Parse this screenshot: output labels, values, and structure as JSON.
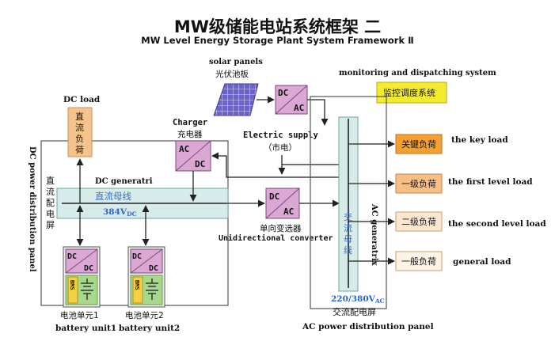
{
  "header": {
    "title": "MW级储能电站系统框架 二",
    "subtitle": "MW Level Energy Storage Plant System Framework Ⅱ"
  },
  "diagram": {
    "solar": {
      "en": "solar panels",
      "cn": "光伏池板",
      "dcac_top": "DC",
      "dcac_bottom": "AC"
    },
    "monitoring": {
      "en": "monitoring and dispatching system",
      "cn": "监控调度系统"
    },
    "dc_load": {
      "en": "DC load",
      "cn": [
        "直",
        "流",
        "负",
        "荷"
      ]
    },
    "charger": {
      "en": "Charger",
      "cn": "充电器",
      "top": "AC",
      "bottom": "DC"
    },
    "electric_supply": {
      "en": "Electric supply",
      "cn": "（市电）"
    },
    "dc_panel": {
      "en": "DC power distribution panel",
      "cn": [
        "直",
        "流",
        "配",
        "电",
        "屏"
      ]
    },
    "dc_bus": {
      "en": "DC generatri",
      "cn": "直流母线",
      "voltage": "384V",
      "voltage_sub": "DC"
    },
    "converter": {
      "top": "DC",
      "bottom": "AC",
      "cn": "单向变选器",
      "en": "Unidirectional converter"
    },
    "ac_bus": {
      "cn": [
        "交",
        "流",
        "母",
        "线"
      ],
      "en": "AC generatrix",
      "voltage": "220/380V",
      "voltage_sub": "AC"
    },
    "ac_panel": {
      "cn": "交流配电屏",
      "en": "AC power distribution panel"
    },
    "loads": [
      {
        "cn": "关键负荷",
        "en": "the key load",
        "color": "#f5a030"
      },
      {
        "cn": "一级负荷",
        "en": "the first level load",
        "color": "#f7bf85"
      },
      {
        "cn": "二级负荷",
        "en": "the second level load",
        "color": "#fbe7cf"
      },
      {
        "cn": "一般负荷",
        "en": "general load",
        "color": "#fdf3e6"
      }
    ],
    "battery_units": [
      {
        "top": "DC",
        "bottom": "DC",
        "bms": "BMS",
        "cn": "电池单元1",
        "en": "battery unit1"
      },
      {
        "top": "DC",
        "bottom": "DC",
        "bms": "BMS",
        "cn": "电池单元2",
        "en": "battery unit2"
      }
    ]
  },
  "colors": {
    "converter_fill": "#dba8d4",
    "bus_fill": "#d7ecea",
    "dc_load_fill": "#f5c48c",
    "monitor_fill": "#f3ec30",
    "battery_fill": "#a8d98a",
    "arrow": "#222222"
  }
}
